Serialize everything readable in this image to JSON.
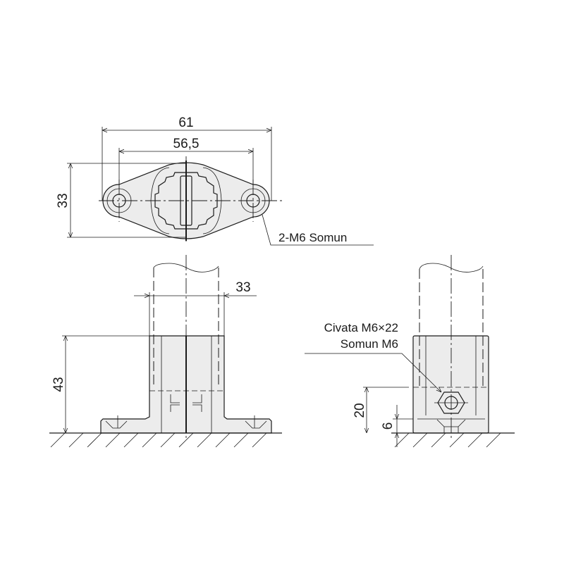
{
  "top_view": {
    "dim_overall_width": "61",
    "dim_hole_spacing": "56,5",
    "dim_depth": "33",
    "callout_nut": "2-M6 Somun"
  },
  "front_view": {
    "dim_pipe_diameter": "33",
    "dim_height": "43"
  },
  "side_view": {
    "callout_bolt": "Civata M6×22",
    "callout_nut": "Somun M6",
    "dim_nut_height": "20",
    "dim_base_thickness": "6"
  },
  "colors": {
    "line": "#1a1a1a",
    "part_fill": "#ececec",
    "background": "#ffffff"
  }
}
